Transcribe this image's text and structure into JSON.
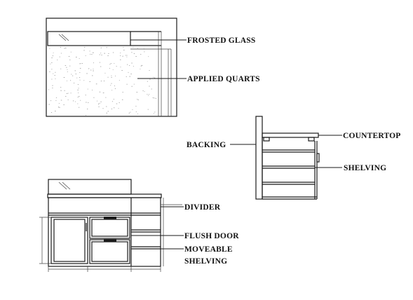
{
  "labels": {
    "frosted_glass": "FROSTED GLASS",
    "applied_quarts": "APPLIED QUARTS",
    "countertop": "COUNTERTOP",
    "backing": "BACKING",
    "shelving": "SHELVING",
    "divider": "DIVIDER",
    "flush_door": "FLUSH DOOR",
    "moveable_line1": "MOVEABLE",
    "moveable_line2": "SHELVING"
  }
}
